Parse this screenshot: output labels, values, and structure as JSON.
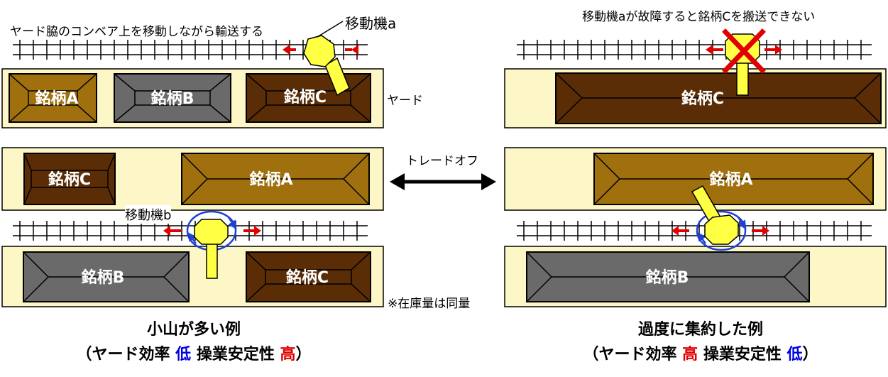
{
  "left": {
    "top_caption": "ヤード脇のコンベア上を移動しながら輸送する",
    "machine_a_label": "移動機a",
    "machine_b_label": "移動機b",
    "yard_label": "ヤード",
    "note": "※在庫量は同量",
    "rows": [
      [
        "銘柄A",
        "銘柄B",
        "銘柄C"
      ],
      [
        "銘柄C",
        "銘柄A"
      ],
      [
        "銘柄B",
        "銘柄C"
      ]
    ],
    "title_line1": "小山が多い例",
    "title_open": "（ヤード効率 ",
    "title_eff_value": "低",
    "title_mid": " 操業安定性 ",
    "title_stab_value": "高",
    "title_close": "）"
  },
  "center": {
    "tradeoff_label": "トレードオフ"
  },
  "right": {
    "failure_caption": "移動機aが故障すると銘柄Cを搬送できない",
    "rows": [
      "銘柄C",
      "銘柄A",
      "銘柄B"
    ],
    "title_line1": "過度に集約した例",
    "title_open": "（ヤード効率 ",
    "title_eff_value": "高",
    "title_mid": " 操業安定性 ",
    "title_stab_value": "低",
    "title_close": "）"
  },
  "colors": {
    "yard_bg": "#fdf6c6",
    "pile_brown_light": "#a0700f",
    "pile_brown_dark": "#5a2d06",
    "pile_gray": "#6a6a6a",
    "machine_yellow": "#ffff44",
    "arrow_red": "#e00000",
    "rotation_blue": "#2040d0"
  }
}
